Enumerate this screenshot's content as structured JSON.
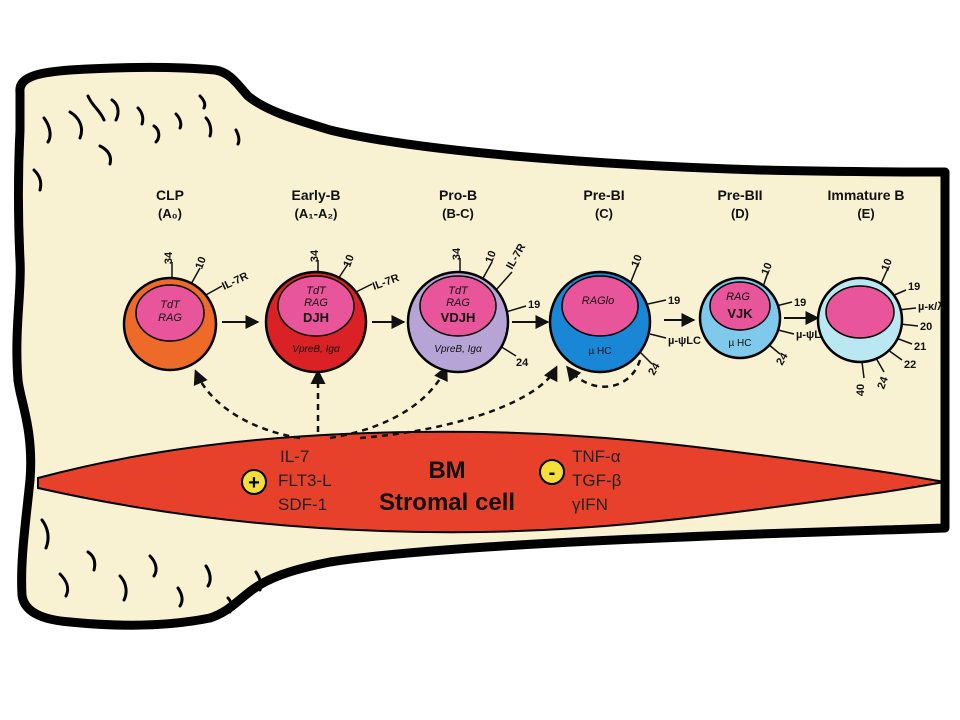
{
  "stages": [
    {
      "name": "CLP",
      "sub": "(A₀)",
      "inner_top": "TdT",
      "inner_mid": "RAG",
      "inner_big": "",
      "lower": "",
      "markers": {
        "top1": "34",
        "top2": "10",
        "right1": "IL-7R",
        "right2": "",
        "right3": "",
        "right4": ""
      }
    },
    {
      "name": "Early-B",
      "sub": "(A₁-A₂)",
      "inner_top": "TdT",
      "inner_mid": "RAG",
      "inner_big": "DJH",
      "lower": "VpreB, Igα",
      "markers": {
        "top1": "34",
        "top2": "10",
        "right1": "IL-7R",
        "right2": "",
        "right3": "",
        "right4": ""
      }
    },
    {
      "name": "Pro-B",
      "sub": "(B-C)",
      "inner_top": "TdT",
      "inner_mid": "RAG",
      "inner_big": "VDJH",
      "lower": "VpreB, Igα",
      "markers": {
        "top1": "34",
        "top2": "10",
        "right1": "IL-7R",
        "right2": "19",
        "right3": "24",
        "right4": ""
      }
    },
    {
      "name": "Pre-BI",
      "sub": "(C)",
      "inner_top": "RAGlo",
      "inner_mid": "",
      "inner_big": "",
      "lower": "µ HC",
      "markers": {
        "top1": "10",
        "top2": "19",
        "right1": "µ-ψLC",
        "right2": "24",
        "right3": "",
        "right4": ""
      }
    },
    {
      "name": "Pre-BII",
      "sub": "(D)",
      "inner_top": "RAG",
      "inner_mid": "",
      "inner_big": "VJK",
      "lower": "µ HC",
      "markers": {
        "top1": "10",
        "top2": "19",
        "right1": "µ-ψLC",
        "right2": "24",
        "right3": "",
        "right4": ""
      }
    },
    {
      "name": "Immature B",
      "sub": "(E)",
      "inner_top": "",
      "inner_mid": "",
      "inner_big": "",
      "lower": "",
      "markers": {
        "top1": "10",
        "top2": "19",
        "right1": "µ-κ/λ",
        "right2": "20",
        "right3": "21",
        "right4": "22",
        "extra1": "24",
        "extra2": "40"
      }
    }
  ],
  "stromal": {
    "title_line1": "BM",
    "title_line2": "Stromal cell",
    "positive_sign": "+",
    "negative_sign": "-",
    "positive_factors": [
      "IL-7",
      "FLT3-L",
      "SDF-1"
    ],
    "negative_factors": [
      "TNF-α",
      "TGF-β",
      "γIFN"
    ]
  },
  "colors": {
    "bone": "#f8f1d2",
    "stromal": "#e8412b",
    "cell_clp": "#ee6a28",
    "cell_early": "#d92126",
    "cell_prob": "#b7a4d6",
    "cell_prebi": "#1a87d6",
    "cell_prebii": "#7ec9ec",
    "cell_immature": "#b9e8f2",
    "nucleus": "#e9559a",
    "sign": "#f4df3a"
  }
}
